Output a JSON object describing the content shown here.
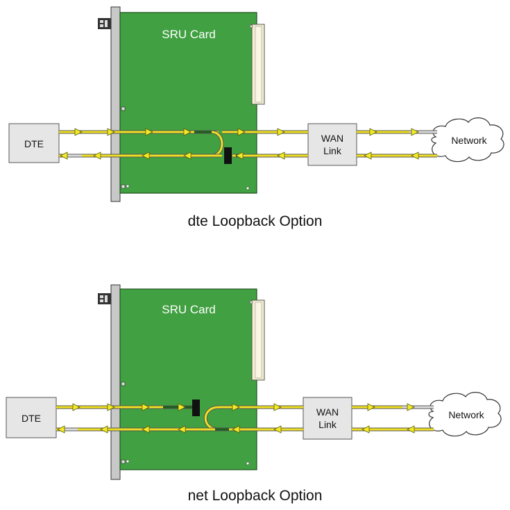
{
  "diagrams": [
    {
      "card_label": "SRU Card",
      "dte_label": "DTE",
      "wan_label_line1": "WAN",
      "wan_label_line2": "Link",
      "network_label": "Network",
      "caption": "dte Loopback Option",
      "loopback": "dte"
    },
    {
      "card_label": "SRU Card",
      "dte_label": "DTE",
      "wan_label_line1": "WAN",
      "wan_label_line2": "Link",
      "network_label": "Network",
      "caption": "net Loopback Option",
      "loopback": "net"
    }
  ],
  "colors": {
    "card_green": "#3f9b3f",
    "card_border": "#1f4f1f",
    "signal_yellow": "#f0e020",
    "box_fill": "#e4e4e4",
    "cloud_fill": "#ffffff",
    "loopback_block": "#111111"
  }
}
